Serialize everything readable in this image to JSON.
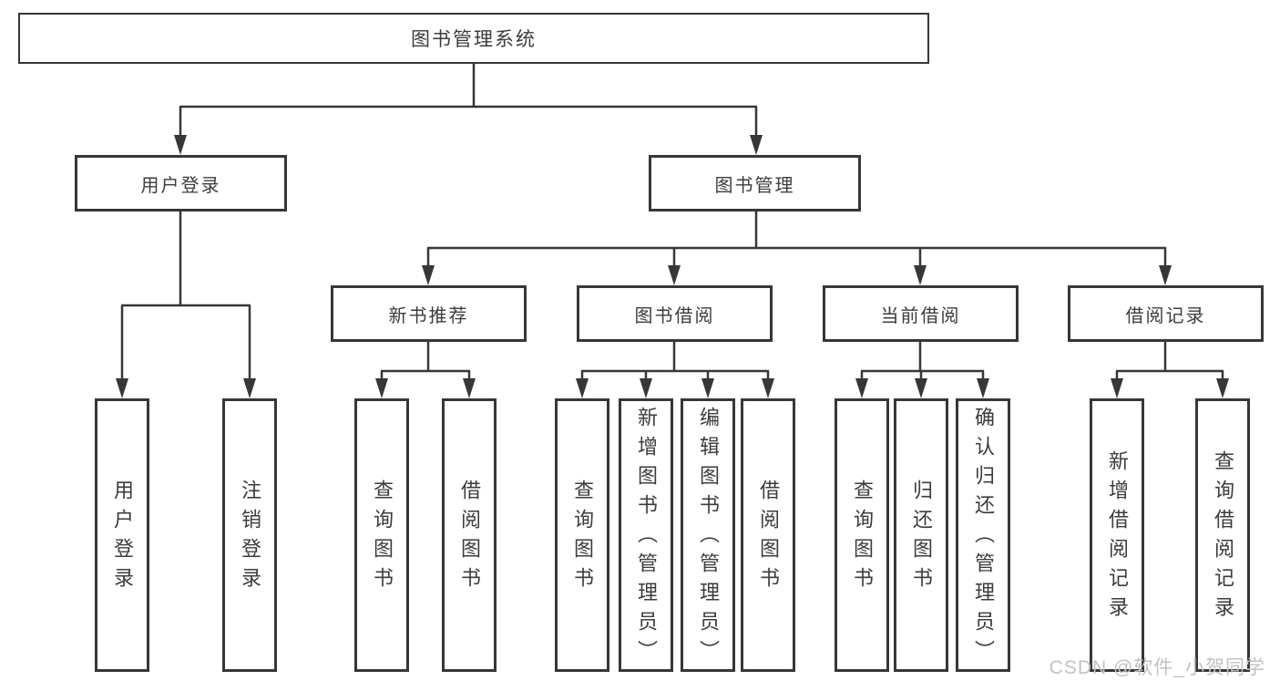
{
  "tree": {
    "root": {
      "label": "图书管理系统"
    },
    "level2": [
      {
        "label": "用户登录",
        "leaves": [
          {
            "label": "用户登录"
          },
          {
            "label": "注销登录"
          }
        ]
      },
      {
        "label": "图书管理",
        "groups": [
          {
            "label": "新书推荐",
            "leaves": [
              {
                "label": "查询图书"
              },
              {
                "label": "借阅图书"
              }
            ]
          },
          {
            "label": "图书借阅",
            "leaves": [
              {
                "label": "查询图书"
              },
              {
                "label": "新增图书（管理员）"
              },
              {
                "label": "编辑图书（管理员）"
              },
              {
                "label": "借阅图书"
              }
            ]
          },
          {
            "label": "当前借阅",
            "leaves": [
              {
                "label": "查询图书"
              },
              {
                "label": "归还图书"
              },
              {
                "label": "确认归还（管理员）"
              }
            ]
          },
          {
            "label": "借阅记录",
            "leaves": [
              {
                "label": "新增借阅记录"
              },
              {
                "label": "查询借阅记录"
              }
            ]
          }
        ]
      }
    ]
  },
  "colors": {
    "line": "#373737",
    "text": "#3c3c3c",
    "background": "#ffffff",
    "watermark": "#c2c2c2"
  },
  "watermark": {
    "text": "CSDN @软件_小贺同学"
  }
}
